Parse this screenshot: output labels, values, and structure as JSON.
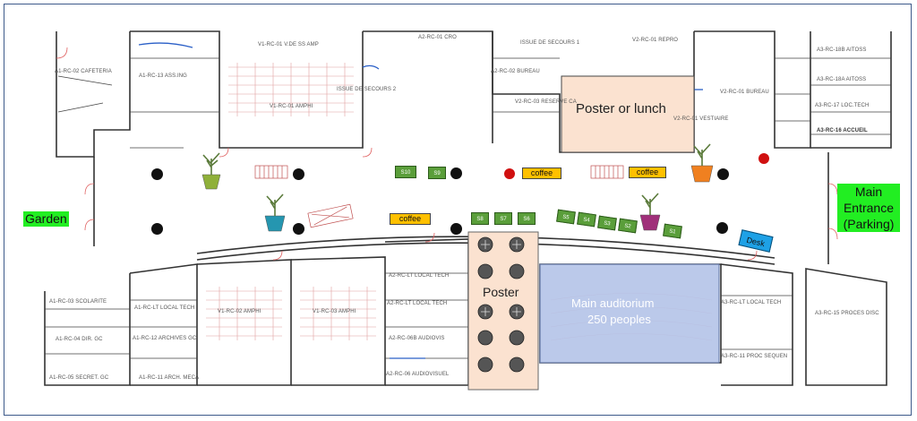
{
  "colors": {
    "accent_green": "#22ee22",
    "coffee": "#ffc000",
    "stand": "#5a9e3a",
    "desk": "#1ea1e6",
    "poster_fill": "#fbe2d0",
    "auditorium_fill": "#b4c3e8",
    "frame": "#3d5a8a"
  },
  "labels": {
    "garden": "Garden",
    "main_entrance": "Main Entrance (Parking)",
    "poster_or_lunch": "Poster or lunch",
    "poster": "Poster",
    "main_auditorium_line1": "Main auditorium",
    "main_auditorium_line2": "250 peoples",
    "desk": "Desk",
    "coffee1": "coffee",
    "coffee2": "coffee",
    "coffee3": "coffee"
  },
  "stands": [
    "S10",
    "S9",
    "S8",
    "S7",
    "S6",
    "S5",
    "S4",
    "S3",
    "S2",
    "S1"
  ],
  "rooms": {
    "cafeteria": "A1-RC-02 CAFETERIA",
    "assing": "A1-RC-13 ASS.ING",
    "amp1": "V1-RC-01 V.DE SS AMP",
    "amphi1": "V1-RC-01 AMPHI",
    "cro": "A2-RC-01 CRO",
    "issue_secours": "ISSUE DE SECOURS 2",
    "sortie_secours": "ISSUE DE SECOURS 1",
    "bureau1": "A2-RC-02 BUREAU",
    "reserve": "V2-RC-03 RESERVE CA",
    "repro": "V2-RC-01 REPRO",
    "vestiaire": "V2-RC-01 VESTIAIRE",
    "bureau2": "V2-RC-01 BUREAU",
    "a3_18b": "A3-RC-18B AITOSS",
    "a3_18a": "A3-RC-18A AITOSS",
    "a3_17": "A3-RC-17 LOC.TECH",
    "accueil": "A3-RC-16 ACCUEIL",
    "scolarite": "A1-RC-03 SCOLARITE",
    "dir": "A1-RC-04 DIR. GC",
    "secret": "A1-RC-05 SECRET. GC",
    "lt_local1": "A1-RC-LT LOCAL TECH",
    "archives": "A1-RC-12 ARCHIVES GC",
    "arch_meca": "A1-RC-11 ARCH. MECA",
    "amphi2": "V1-RC-02 AMPHI",
    "amphi3": "V1-RC-03 AMPHI",
    "lt_local2": "A2-RC-LT LOCAL TECH",
    "lt_local3": "A2-RC-LT LOCAL TECH",
    "audiovis": "A2-RC-06B AUDIOVIS",
    "audiovisuel": "A2-RC-06 AUDIOVISUEL",
    "lt_local4": "A3-RC-LT LOCAL TECH",
    "proces_disc": "A3-RC-15 PROCES DISC",
    "proc_sequen": "A3-RC-11 PROC SEQUEN"
  }
}
